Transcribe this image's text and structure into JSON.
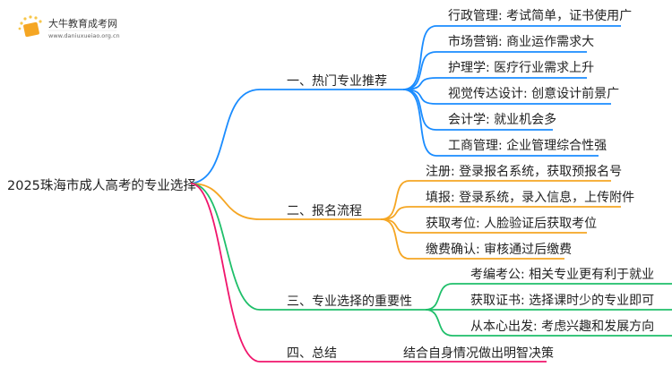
{
  "logo": {
    "title": "大牛教育成考网",
    "url": "www.daniuxueiao.org.cn"
  },
  "root": "2025珠海市成人高考的专业选择",
  "colors": {
    "blue": "#1a8cff",
    "orange": "#f5a623",
    "green": "#1fbf6a",
    "red": "#f0156c"
  },
  "branches": [
    {
      "label": "一、热门专业推荐",
      "leaves": [
        "行政管理: 考试简单，证书使用广",
        "市场营销: 商业运作需求大",
        "护理学: 医疗行业需求上升",
        "视觉传达设计: 创意设计前景广",
        "会计学: 就业机会多",
        "工商管理: 企业管理综合性强"
      ]
    },
    {
      "label": "二、报名流程",
      "leaves": [
        "注册: 登录报名系统，获取预报名号",
        "填报: 登录系统，录入信息，上传附件",
        "获取考位: 人脸验证后获取考位",
        "缴费确认: 审核通过后缴费"
      ]
    },
    {
      "label": "三、专业选择的重要性",
      "leaves": [
        "考编考公: 相关专业更有利于就业",
        "获取证书: 选择课时少的专业即可",
        "从本心出发: 考虑兴趣和发展方向"
      ]
    },
    {
      "label": "四、总结",
      "leaves": [
        "结合自身情况做出明智决策"
      ]
    }
  ]
}
